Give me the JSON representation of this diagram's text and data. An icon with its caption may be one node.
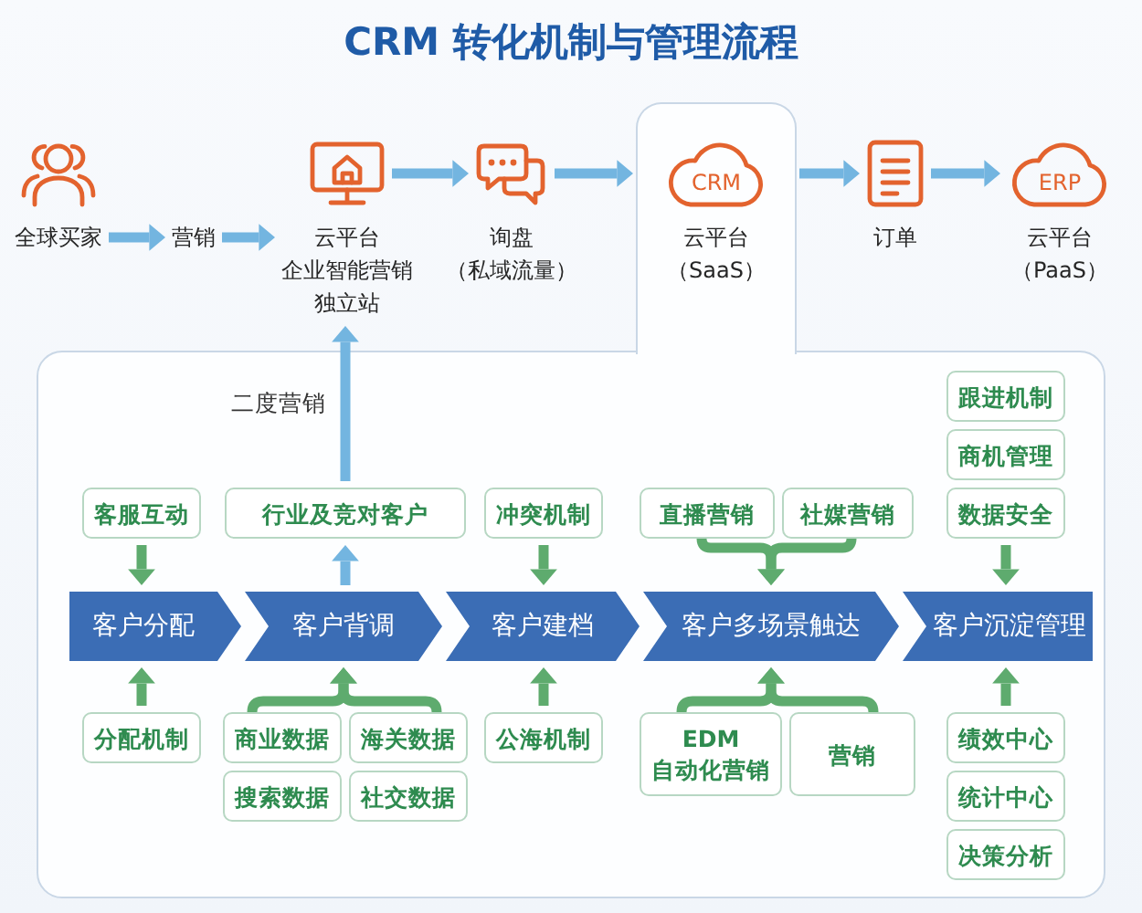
{
  "diagram": {
    "title": "CRM 转化机制与管理流程",
    "nodes": [
      {
        "text": [
          "全球买家"
        ]
      },
      {
        "text": [
          "营销"
        ]
      },
      {
        "text": [
          "云平台",
          "企业智能营销",
          "独立站"
        ]
      },
      {
        "text": [
          "询盘",
          "（私域流量）"
        ]
      },
      {
        "text": [
          "CRM",
          "云平台",
          "（SaaS）"
        ]
      },
      {
        "text": [
          "订单"
        ]
      },
      {
        "text": [
          "ERP",
          "云平台",
          "（PaaS）"
        ]
      },
      {
        "text": [
          "客服互动"
        ]
      },
      {
        "text": [
          "行业及竞对客户"
        ]
      },
      {
        "text": [
          "冲突机制"
        ]
      },
      {
        "text": [
          "直播营销"
        ]
      },
      {
        "text": [
          "社媒营销"
        ]
      },
      {
        "text": [
          "跟进机制"
        ]
      },
      {
        "text": [
          "商机管理"
        ]
      },
      {
        "text": [
          "数据安全"
        ]
      },
      {
        "text": [
          "客户分配"
        ]
      },
      {
        "text": [
          "客户背调"
        ]
      },
      {
        "text": [
          "客户建档"
        ]
      },
      {
        "text": [
          "客户多场景触达"
        ]
      },
      {
        "text": [
          "客户沉淀管理"
        ]
      },
      {
        "text": [
          "分配机制"
        ]
      },
      {
        "text": [
          "商业数据"
        ]
      },
      {
        "text": [
          "海关数据"
        ]
      },
      {
        "text": [
          "搜索数据"
        ]
      },
      {
        "text": [
          "社交数据"
        ]
      },
      {
        "text": [
          "公海机制"
        ]
      },
      {
        "text": [
          "EDM 自动化营销"
        ]
      },
      {
        "text": [
          "营销"
        ]
      },
      {
        "text": [
          "绩效中心"
        ]
      },
      {
        "text": [
          "统计中心"
        ]
      },
      {
        "text": [
          "决策分析"
        ]
      }
    ],
    "edges": [
      {
        "from": 0,
        "to": 1,
        "arrow": "to",
        "color": "#73b5e0"
      },
      {
        "from": 1,
        "to": 2,
        "arrow": "to",
        "color": "#73b5e0"
      },
      {
        "from": 2,
        "to": 3,
        "arrow": "to",
        "color": "#73b5e0"
      },
      {
        "from": 3,
        "to": 4,
        "arrow": "to",
        "color": "#73b5e0"
      },
      {
        "from": 4,
        "to": 5,
        "arrow": "to",
        "color": "#73b5e0"
      },
      {
        "from": 5,
        "to": 6,
        "arrow": "to",
        "color": "#73b5e0"
      },
      {
        "from": 16,
        "to": 8,
        "arrow": "to",
        "color": "#73b5e0"
      },
      {
        "from": 8,
        "to": 2,
        "arrow": "to",
        "label": "二度营销",
        "color": "#73b5e0"
      },
      {
        "from": 7,
        "to": 15,
        "arrow": "to"
      },
      {
        "from": 9,
        "to": 17,
        "arrow": "to"
      },
      {
        "from": 10,
        "to": 18,
        "arrow": "to"
      },
      {
        "from": 11,
        "to": 18,
        "arrow": "to"
      },
      {
        "from": 14,
        "to": 19,
        "arrow": "to"
      },
      {
        "from": 20,
        "to": 15,
        "arrow": "to"
      },
      {
        "from": 21,
        "to": 16,
        "arrow": "to"
      },
      {
        "from": 22,
        "to": 16,
        "arrow": "to"
      },
      {
        "from": 25,
        "to": 17,
        "arrow": "to"
      },
      {
        "from": 26,
        "to": 18,
        "arrow": "to"
      },
      {
        "from": 27,
        "to": 18,
        "arrow": "to"
      },
      {
        "from": 28,
        "to": 19,
        "arrow": "to"
      }
    ]
  }
}
